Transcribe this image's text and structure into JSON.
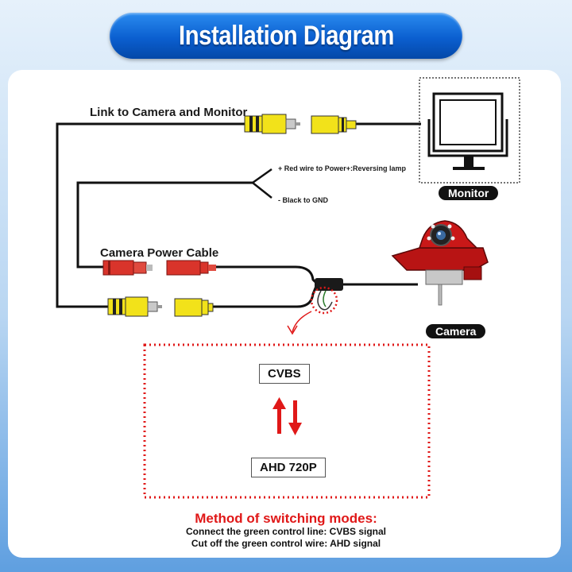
{
  "header": {
    "title": "Installation Diagram"
  },
  "diagram": {
    "link_label": "Link to Camera and Monitor",
    "power_label": "Camera Power Cable",
    "red_wire_label": "+ Red wire to Power+:Reversing lamp",
    "black_wire_label": "- Black to GND",
    "monitor_tag": "Monitor",
    "camera_tag": "Camera",
    "mode_top": "CVBS",
    "mode_bottom": "AHD 720P"
  },
  "method": {
    "title": "Method of switching modes:",
    "line1": "Connect the green control line: CVBS signal",
    "line2": "Cut off the green control wire: AHD signal"
  },
  "colors": {
    "title_blue": "#0b5fd0",
    "accent_red": "#e01818",
    "connector_yellow": "#f2e21a",
    "connector_red": "#d9342b",
    "camera_red": "#b81414"
  }
}
